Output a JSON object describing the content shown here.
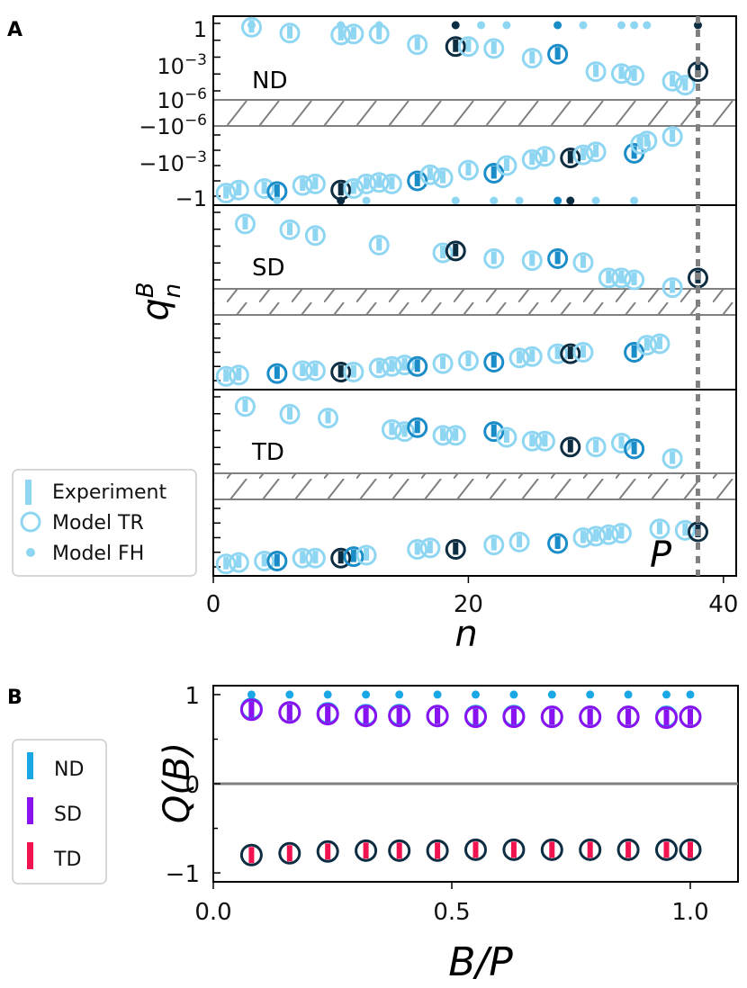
{
  "figure": {
    "panelA_letter": "A",
    "panelB_letter": "B"
  },
  "colors": {
    "light": "#8fd6f2",
    "mid": "#1a8cc8",
    "dark": "#0c2d42",
    "nd": "#1aa7e6",
    "sd": "#8a12f0",
    "td": "#f01350",
    "gray": "#808080"
  },
  "chart_data": [
    {
      "type": "scatter",
      "panel": "A",
      "xlabel": "n",
      "ylabel": "q",
      "ylabel_sup": "B",
      "ylabel_sub": "n",
      "xlim": [
        0,
        41
      ],
      "xticks": [
        "0",
        "20",
        "40"
      ],
      "xtick_values": [
        0,
        20,
        40
      ],
      "yticks_positive": [
        "1",
        "10",
        "10"
      ],
      "yticks_positive_exp": [
        "",
        "−3",
        "−6"
      ],
      "yticks_negative": [
        "−10",
        "−10",
        "−1"
      ],
      "yticks_negative_exp": [
        "−6",
        "−3",
        ""
      ],
      "marker_line": {
        "x": 38,
        "label": "P"
      },
      "legend": [
        "Experiment",
        "Model TR",
        "Model FH"
      ],
      "subpanels": [
        {
          "label": "ND",
          "positive": [
            [
              3,
              -0.2,
              "light"
            ],
            [
              6,
              -0.5,
              "light"
            ],
            [
              10,
              -0.6,
              "light"
            ],
            [
              11,
              -0.55,
              "light"
            ],
            [
              13,
              -0.55,
              "light"
            ],
            [
              16,
              -1.1,
              "light"
            ],
            [
              19,
              -1.2,
              "dark"
            ],
            [
              20,
              -1.2,
              "light"
            ],
            [
              22,
              -1.3,
              "light"
            ],
            [
              25,
              -1.8,
              "light"
            ],
            [
              27,
              -1.6,
              "mid"
            ],
            [
              30,
              -2.5,
              "light"
            ],
            [
              32,
              -2.6,
              "light"
            ],
            [
              33,
              -2.7,
              "light"
            ],
            [
              36,
              -3.0,
              "light"
            ],
            [
              37,
              -3.2,
              "light"
            ],
            [
              38,
              -2.5,
              "dark"
            ]
          ],
          "negative": [
            [
              1,
              -4.8,
              "light"
            ],
            [
              2,
              -4.6,
              "light"
            ],
            [
              4,
              -4.5,
              "light"
            ],
            [
              5,
              -4.7,
              "mid"
            ],
            [
              7,
              -4.3,
              "light"
            ],
            [
              8,
              -4.2,
              "light"
            ],
            [
              10,
              -4.6,
              "dark"
            ],
            [
              11,
              -4.5,
              "light"
            ],
            [
              12,
              -4.2,
              "light"
            ],
            [
              13,
              -4.1,
              "light"
            ],
            [
              14,
              -4.2,
              "light"
            ],
            [
              16,
              -4.0,
              "mid"
            ],
            [
              17,
              -3.6,
              "light"
            ],
            [
              18,
              -3.8,
              "light"
            ],
            [
              20,
              -3.3,
              "light"
            ],
            [
              22,
              -3.5,
              "mid"
            ],
            [
              23,
              -3.0,
              "light"
            ],
            [
              25,
              -2.6,
              "light"
            ],
            [
              26,
              -2.4,
              "light"
            ],
            [
              28,
              -2.5,
              "dark"
            ],
            [
              29,
              -2.3,
              "light"
            ],
            [
              30,
              -2.1,
              "light"
            ],
            [
              33,
              -2.2,
              "mid"
            ],
            [
              33.5,
              -1.6,
              "light"
            ],
            [
              34,
              -1.4,
              "light"
            ],
            [
              36,
              -1.1,
              "light"
            ]
          ],
          "fh_positive": [
            [
              3,
              0,
              "light"
            ],
            [
              10,
              0,
              "light"
            ],
            [
              13,
              0,
              "light"
            ],
            [
              19,
              0,
              "dark"
            ],
            [
              21,
              0,
              "light"
            ],
            [
              23,
              0,
              "light"
            ],
            [
              27,
              0,
              "mid"
            ],
            [
              29,
              0,
              "light"
            ],
            [
              32,
              0,
              "light"
            ],
            [
              33,
              0,
              "light"
            ],
            [
              34,
              0,
              "light"
            ],
            [
              38,
              0,
              "dark"
            ]
          ],
          "fh_negative": [
            [
              5,
              -5,
              "light"
            ],
            [
              10,
              -5,
              "dark"
            ],
            [
              12,
              -5,
              "light"
            ],
            [
              19,
              -5,
              "light"
            ],
            [
              22,
              -5,
              "light"
            ],
            [
              24,
              -5,
              "light"
            ],
            [
              27,
              -5,
              "mid"
            ],
            [
              28,
              -5,
              "dark"
            ],
            [
              30,
              -5,
              "light"
            ],
            [
              33,
              -5,
              "light"
            ]
          ]
        },
        {
          "label": "SD",
          "positive": [
            [
              2.5,
              -0.6,
              "light"
            ],
            [
              6,
              -0.9,
              "light"
            ],
            [
              8,
              -1.2,
              "light"
            ],
            [
              13,
              -1.7,
              "light"
            ],
            [
              18,
              -2.1,
              "light"
            ],
            [
              19,
              -2.0,
              "dark"
            ],
            [
              22,
              -2.4,
              "light"
            ],
            [
              25,
              -2.5,
              "light"
            ],
            [
              27,
              -2.4,
              "mid"
            ],
            [
              29,
              -2.6,
              "light"
            ],
            [
              31,
              -3.4,
              "light"
            ],
            [
              32,
              -3.4,
              "light"
            ],
            [
              33,
              -3.5,
              "light"
            ],
            [
              36,
              -3.9,
              "light"
            ],
            [
              38,
              -3.4,
              "dark"
            ]
          ],
          "negative": [
            [
              1,
              -4.7,
              "light"
            ],
            [
              2,
              -4.6,
              "light"
            ],
            [
              5,
              -4.5,
              "mid"
            ],
            [
              7,
              -4.3,
              "light"
            ],
            [
              8,
              -4.3,
              "light"
            ],
            [
              10,
              -4.4,
              "dark"
            ],
            [
              11,
              -4.4,
              "light"
            ],
            [
              13,
              -4.1,
              "light"
            ],
            [
              14,
              -4.0,
              "light"
            ],
            [
              15,
              -3.9,
              "light"
            ],
            [
              16,
              -4.0,
              "mid"
            ],
            [
              18,
              -3.8,
              "light"
            ],
            [
              20,
              -3.6,
              "light"
            ],
            [
              22,
              -3.7,
              "mid"
            ],
            [
              24,
              -3.4,
              "light"
            ],
            [
              25,
              -3.3,
              "light"
            ],
            [
              27,
              -3.1,
              "light"
            ],
            [
              28,
              -3.1,
              "dark"
            ],
            [
              29,
              -3.0,
              "light"
            ],
            [
              33,
              -3.0,
              "mid"
            ],
            [
              34,
              -2.5,
              "light"
            ],
            [
              35,
              -2.4,
              "light"
            ]
          ]
        },
        {
          "label": "TD",
          "positive": [
            [
              2.5,
              -0.5,
              "light"
            ],
            [
              6,
              -0.9,
              "light"
            ],
            [
              9,
              -1.1,
              "light"
            ],
            [
              14,
              -1.7,
              "light"
            ],
            [
              15,
              -1.8,
              "light"
            ],
            [
              16,
              -1.6,
              "mid"
            ],
            [
              18,
              -2.0,
              "light"
            ],
            [
              19,
              -2.0,
              "light"
            ],
            [
              22,
              -1.8,
              "mid"
            ],
            [
              23,
              -2.1,
              "light"
            ],
            [
              25,
              -2.3,
              "light"
            ],
            [
              26,
              -2.3,
              "light"
            ],
            [
              28,
              -2.6,
              "dark"
            ],
            [
              30,
              -2.6,
              "light"
            ],
            [
              32,
              -2.4,
              "light"
            ],
            [
              33,
              -2.7,
              "mid"
            ],
            [
              36,
              -3.2,
              "light"
            ]
          ],
          "negative": [
            [
              1,
              -4.8,
              "light"
            ],
            [
              2,
              -4.7,
              "light"
            ],
            [
              4,
              -4.6,
              "light"
            ],
            [
              5,
              -4.6,
              "mid"
            ],
            [
              7,
              -4.4,
              "light"
            ],
            [
              8,
              -4.4,
              "light"
            ],
            [
              10,
              -4.4,
              "dark"
            ],
            [
              11,
              -4.3,
              "mid"
            ],
            [
              12,
              -4.2,
              "light"
            ],
            [
              16,
              -3.8,
              "light"
            ],
            [
              17,
              -3.7,
              "light"
            ],
            [
              19,
              -3.8,
              "dark"
            ],
            [
              22,
              -3.5,
              "light"
            ],
            [
              24,
              -3.3,
              "light"
            ],
            [
              27,
              -3.4,
              "mid"
            ],
            [
              29,
              -3.0,
              "light"
            ],
            [
              30,
              -2.9,
              "light"
            ],
            [
              31,
              -2.8,
              "light"
            ],
            [
              32,
              -2.7,
              "light"
            ],
            [
              35,
              -2.4,
              "light"
            ],
            [
              37,
              -2.5,
              "light"
            ],
            [
              38,
              -2.6,
              "dark"
            ]
          ]
        }
      ]
    },
    {
      "type": "scatter",
      "panel": "B",
      "xlabel": "B/P",
      "ylabel": "Q(B)",
      "xlim": [
        0,
        1.1
      ],
      "ylim": [
        -1.1,
        1.1
      ],
      "xticks": [
        "0.0",
        "0.5",
        "1.0"
      ],
      "xtick_values": [
        0,
        0.5,
        1.0
      ],
      "yticks": [
        "1",
        "0",
        "−1"
      ],
      "ytick_values": [
        1,
        0,
        -1
      ],
      "x": [
        0.08,
        0.16,
        0.24,
        0.32,
        0.39,
        0.47,
        0.55,
        0.63,
        0.71,
        0.79,
        0.87,
        0.95,
        1.0
      ],
      "series": [
        {
          "name": "ND",
          "color": "nd",
          "tr": [
            0.84,
            0.8,
            0.79,
            0.77,
            0.77,
            0.76,
            0.76,
            0.76,
            0.75,
            0.75,
            0.75,
            0.75,
            0.75
          ],
          "fh": [
            1,
            1,
            1,
            1,
            1,
            1,
            1,
            1,
            1,
            1,
            1,
            1,
            1
          ]
        },
        {
          "name": "SD",
          "color": "sd",
          "tr": [
            0.83,
            0.8,
            0.78,
            0.76,
            0.76,
            0.76,
            0.75,
            0.75,
            0.75,
            0.75,
            0.75,
            0.74,
            0.75
          ],
          "fh": []
        },
        {
          "name": "TD",
          "color": "td",
          "tr": [
            -0.8,
            -0.78,
            -0.76,
            -0.75,
            -0.75,
            -0.75,
            -0.74,
            -0.74,
            -0.74,
            -0.74,
            -0.74,
            -0.74,
            -0.74
          ],
          "fh": []
        }
      ],
      "legend": [
        "ND",
        "SD",
        "TD"
      ]
    }
  ]
}
